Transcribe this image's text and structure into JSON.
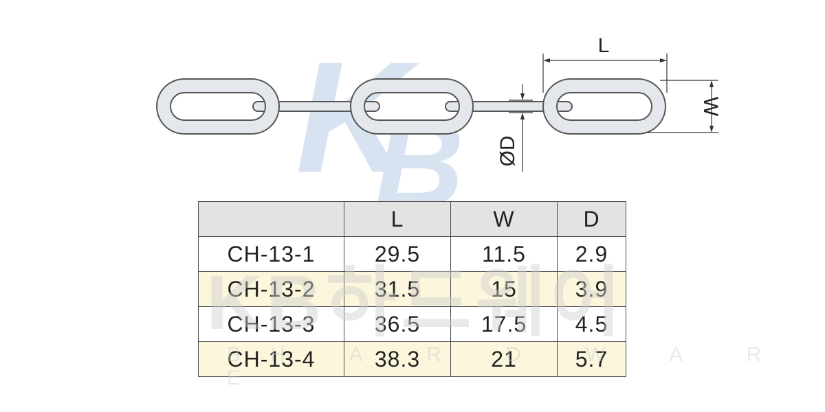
{
  "drawing": {
    "dimension_labels": {
      "length": "L",
      "width": "W",
      "diameter": "ØD"
    }
  },
  "watermark": {
    "logo_letters": [
      "K",
      "B"
    ],
    "korean": "KB하드웨어",
    "english": "BH A R D W A R E",
    "color": "#b9cde8"
  },
  "table": {
    "header": [
      "",
      "L",
      "W",
      "D"
    ],
    "rows": [
      [
        "CH-13-1",
        "29.5",
        "11.5",
        "2.9"
      ],
      [
        "CH-13-2",
        "31.5",
        "15",
        "3.9"
      ],
      [
        "CH-13-3",
        "36.5",
        "17.5",
        "4.5"
      ],
      [
        "CH-13-4",
        "38.3",
        "21",
        "5.7"
      ]
    ],
    "shaded_row_color": "#fbf6dc",
    "header_color": "#e3e3e3"
  }
}
